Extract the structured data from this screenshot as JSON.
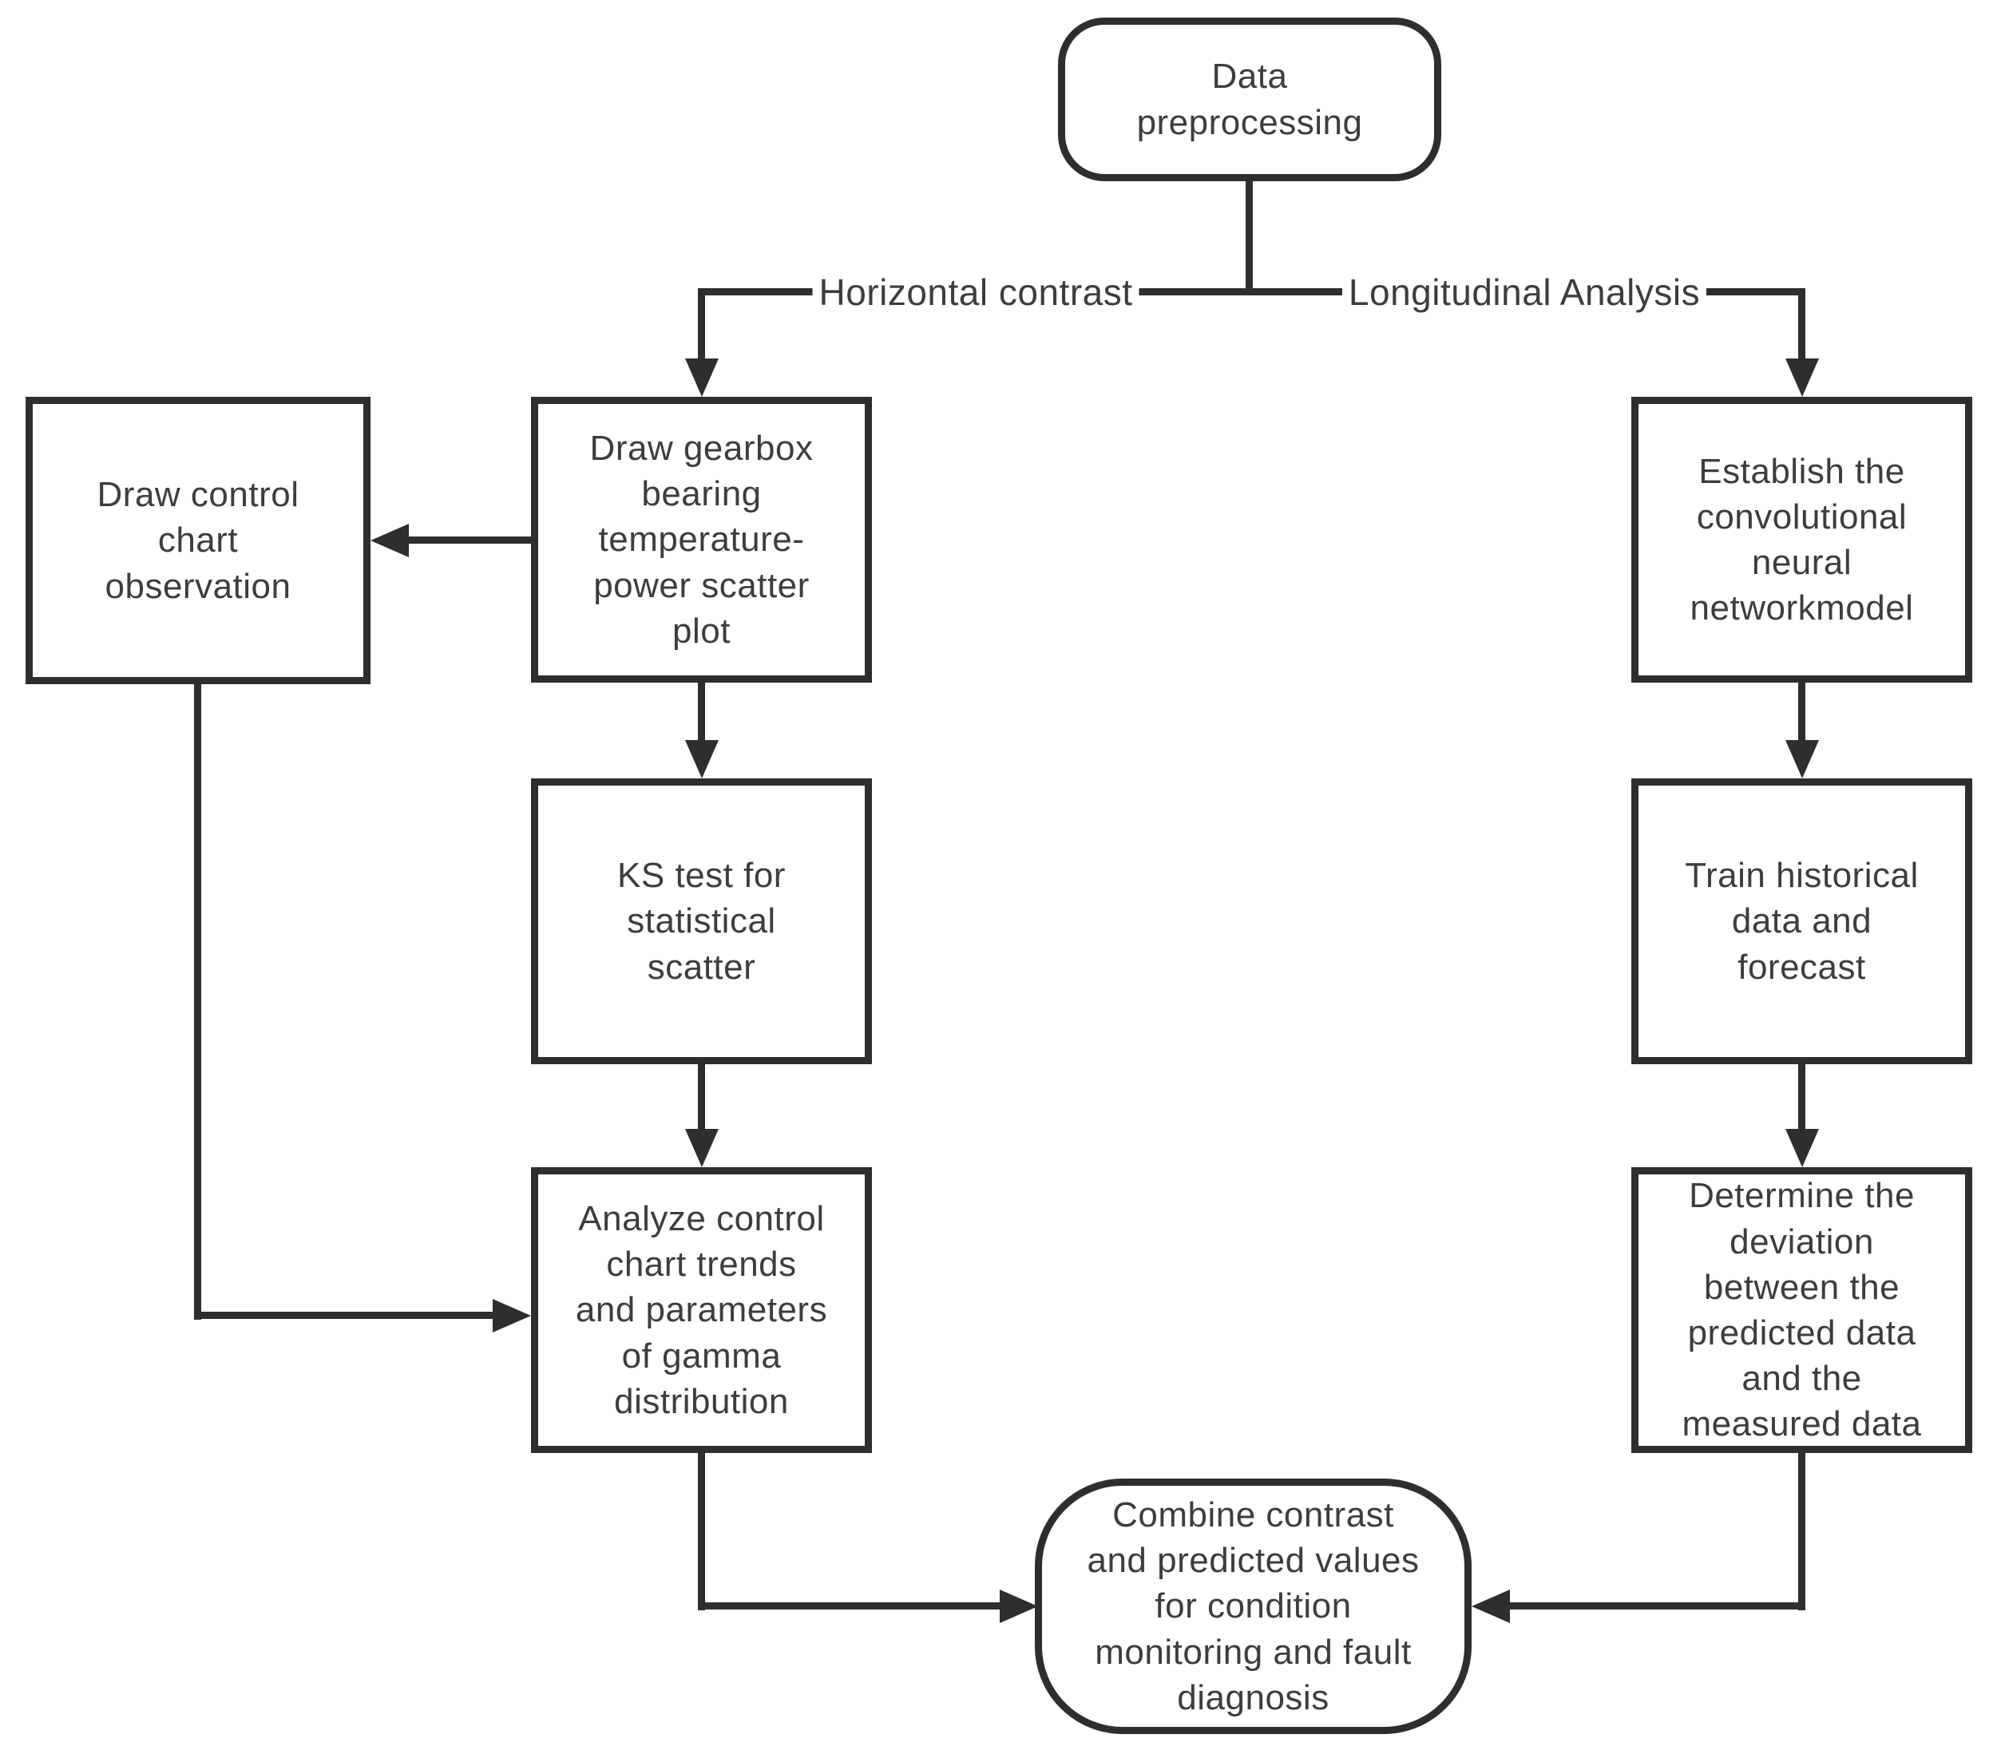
{
  "diagram": {
    "background": "#ffffff",
    "line_color": "#2e2e2e",
    "text_color": "#3d3d3d",
    "nodes": {
      "data_preprocessing": "Data\npreprocessing",
      "draw_control_chart": "Draw control\nchart\nobservation",
      "draw_gearbox_scatter": "Draw gearbox\nbearing\ntemperature-\npower scatter\nplot",
      "ks_test": "KS test for\nstatistical\nscatter",
      "analyze_control_chart": "Analyze control\nchart trends\nand parameters\nof gamma\ndistribution",
      "establish_cnn": "Establish the\nconvolutional\nneural\nnetworkmodel",
      "train_historical": "Train historical\ndata and\nforecast",
      "determine_deviation": "Determine the\ndeviation\nbetween the\npredicted data\nand the\nmeasured data",
      "combine_diagnosis": "Combine contrast\nand predicted values\nfor condition\nmonitoring and fault\ndiagnosis"
    },
    "edge_labels": {
      "left_branch": "Horizontal contrast",
      "right_branch": "Longitudinal Analysis"
    }
  }
}
